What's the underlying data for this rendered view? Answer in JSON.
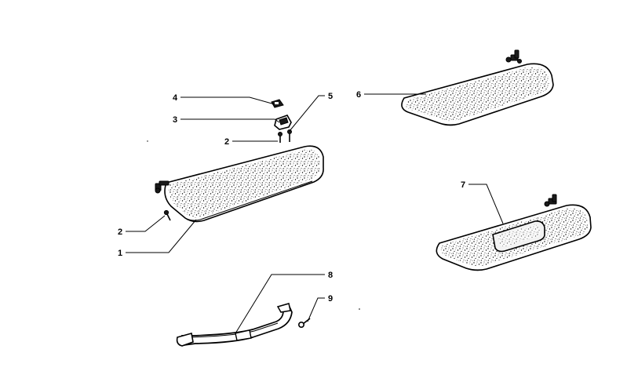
{
  "callouts": {
    "c1": "1",
    "c2a": "2",
    "c2b": "2",
    "c3": "3",
    "c4": "4",
    "c5": "5",
    "c6": "6",
    "c7": "7",
    "c8": "8",
    "c9": "9"
  },
  "colors": {
    "ink": "#000000",
    "paper": "#ffffff"
  }
}
